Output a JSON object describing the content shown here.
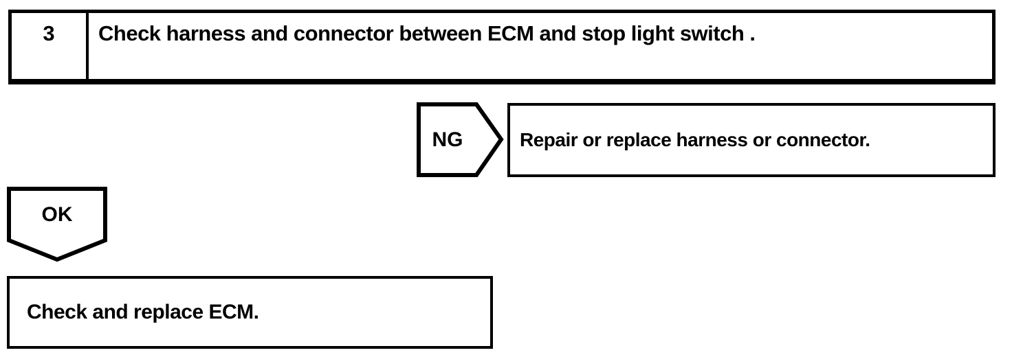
{
  "flowchart": {
    "colors": {
      "line": "#000000",
      "background": "#ffffff"
    },
    "step": {
      "number": "3",
      "instruction": "Check harness and connector between ECM and stop light switch ."
    },
    "ng_branch": {
      "label": "NG",
      "action": "Repair or replace harness or connector."
    },
    "ok_branch": {
      "label": "OK",
      "action": "Check and replace ECM."
    }
  }
}
